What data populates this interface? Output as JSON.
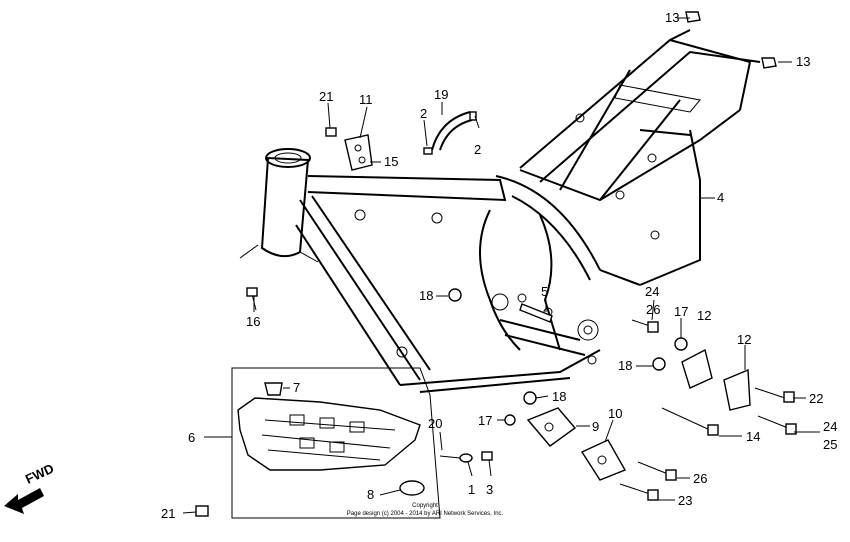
{
  "diagram": {
    "labels": {
      "c1": "1",
      "c2a": "2",
      "c2b": "2",
      "c3": "3",
      "c4": "4",
      "c5": "5",
      "c6": "6",
      "c7": "7",
      "c8": "8",
      "c9": "9",
      "c10": "10",
      "c11": "11",
      "c12a": "12",
      "c12b": "12",
      "c13a": "13",
      "c13b": "13",
      "c14": "14",
      "c15": "15",
      "c16": "16",
      "c17a": "17",
      "c17b": "17",
      "c18a": "18",
      "c18b": "18",
      "c18c": "18",
      "c19": "19",
      "c20": "20",
      "c21a": "21",
      "c21b": "21",
      "c22": "22",
      "c23": "23",
      "c24a": "24",
      "c24b": "24",
      "c25": "25",
      "c26a": "26",
      "c26b": "26"
    },
    "fwd_label": "FWD",
    "copyright": [
      "Copyright",
      "Page design (c) 2004 - 2014 by ARI Network Services, Inc."
    ]
  }
}
